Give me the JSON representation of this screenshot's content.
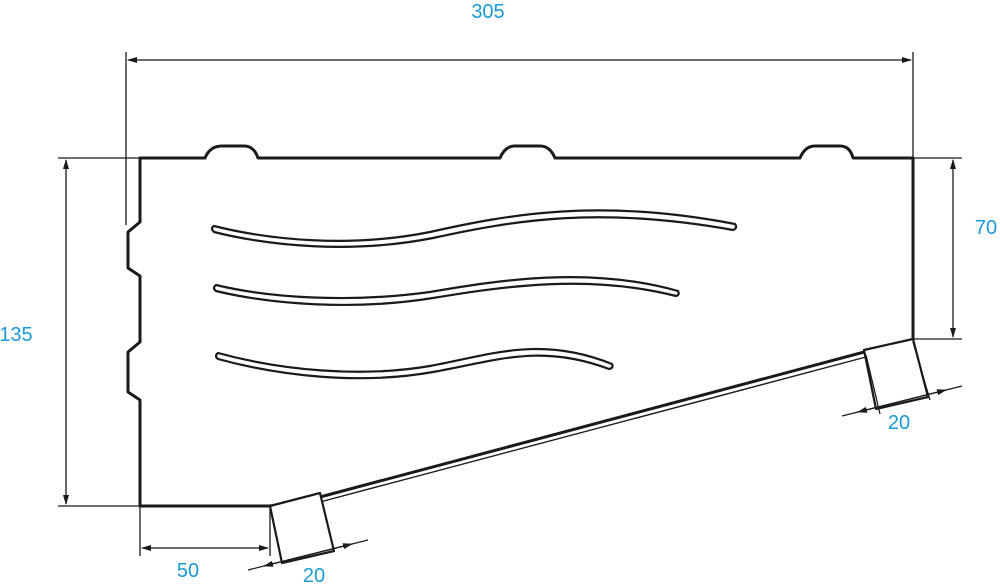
{
  "dimensions": {
    "overall_width": "305",
    "overall_height": "135",
    "right_height": "70",
    "bottom_edge": "50",
    "right_pad": "20",
    "left_pad": "20"
  },
  "colors": {
    "dimension_text": "#1a9ad6",
    "line": "#1a1a1a"
  }
}
